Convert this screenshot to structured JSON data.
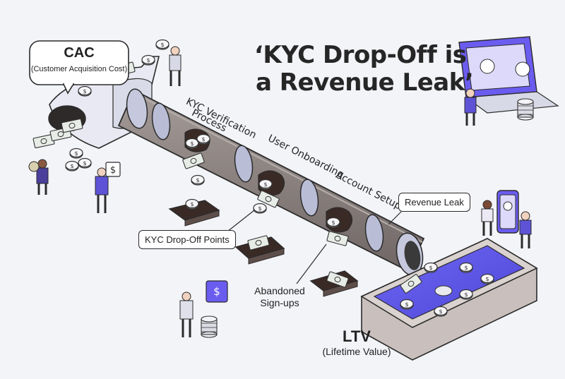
{
  "title": {
    "line1": "‘KYC Drop-Off is",
    "line2": "a Revenue Leak’"
  },
  "cac": {
    "label": "CAC",
    "sublabel": "(Customer Acquisition Cost)"
  },
  "stages": {
    "kyc_line1": "KYC Verification",
    "kyc_line2": "Process",
    "onboarding": "User Onboarding",
    "account": "Account Setup"
  },
  "callouts": {
    "revenue_leak": "Revenue Leak",
    "drop_off_points": "KYC Drop-Off Points"
  },
  "abandoned": {
    "line1": "Abandoned",
    "line2": "Sign-ups"
  },
  "ltv": {
    "label": "LTV",
    "sublabel": "(Lifetime Value)"
  },
  "icons": {
    "currency_symbol": "$"
  },
  "colors": {
    "pipe": "#8e8583",
    "pipe_dark": "#6f6665",
    "ring": "#b9bdd6",
    "accent_purple": "#6b5cf0",
    "pool_water": "#5f58e8",
    "hole": "#3a2a26"
  }
}
